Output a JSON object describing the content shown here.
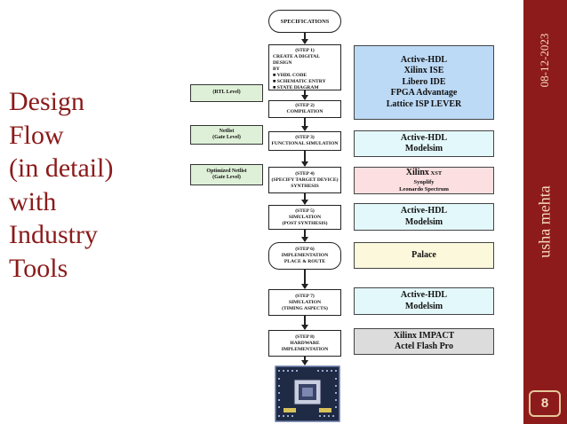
{
  "slide": {
    "title_lines": [
      "Design",
      "Flow",
      "(in detail)",
      "with",
      "Industry",
      "Tools"
    ],
    "date": "08-12-2023",
    "author": "usha mehta",
    "page_number": "8"
  },
  "flow": {
    "spec": "SPECIFICATIONS",
    "step1": {
      "heading": "(STEP 1)",
      "title": "CREATE A DIGITAL DESIGN",
      "by": "BY",
      "items": [
        "VHDL CODE",
        "SCHEMATIC ENTRY",
        "STATE DIAGRAM"
      ]
    },
    "step2": [
      "(STEP 2)",
      "COMPILATION"
    ],
    "step3": [
      "(STEP 3)",
      "FUNCTIONAL SIMULATION"
    ],
    "step4": [
      "(STEP 4)",
      "(SPECIFY TARGET DEVICE)",
      "SYNTHESIS"
    ],
    "step5": [
      "(STEP 5)",
      "SIMULATION",
      "(POST SYNTHESIS)"
    ],
    "step6": [
      "(STEP 6)",
      "IMPLEMENTATION",
      "PLACE & ROUTE"
    ],
    "step7": [
      "(STEP 7)",
      "SIMULATION",
      "(TIMING ASPECTS)"
    ],
    "step8": [
      "(STEP 8)",
      "HARDWARE",
      "IMPLEMENTATION"
    ]
  },
  "levels": {
    "rtl": "(RTL Level)",
    "netlist": [
      "Netlist",
      "(Gate Level)"
    ],
    "optimized": [
      "Optimized Netlist",
      "(Gate Level)"
    ]
  },
  "tools": {
    "t1": [
      "Active-HDL",
      "Xilinx ISE",
      "Libero IDE",
      "FPGA Advantage",
      "Lattice ISP LEVER"
    ],
    "t2": [
      "Active-HDL",
      "Modelsim"
    ],
    "t3": {
      "main": "Xilinx",
      "suffix": " XST",
      "lines": [
        "Synplify",
        "Leonardo Spectrum"
      ]
    },
    "t4": [
      "Active-HDL",
      "Modelsim"
    ],
    "t5": [
      "Palace"
    ],
    "t6": [
      "Active-HDL",
      "Modelsim"
    ],
    "t7": [
      "Xilinx IMPACT",
      "Actel Flash Pro"
    ]
  },
  "colors": {
    "title": "#8b1a1a",
    "sidebar": "#8e1b1b",
    "tool_blue": "#bcd9f5",
    "tool_cyan": "#e3f8fb",
    "tool_pink": "#fcdfe0",
    "tool_yellow": "#fbf8dc",
    "tool_gray": "#dcdcdc",
    "level_green": "#dff0d8"
  }
}
